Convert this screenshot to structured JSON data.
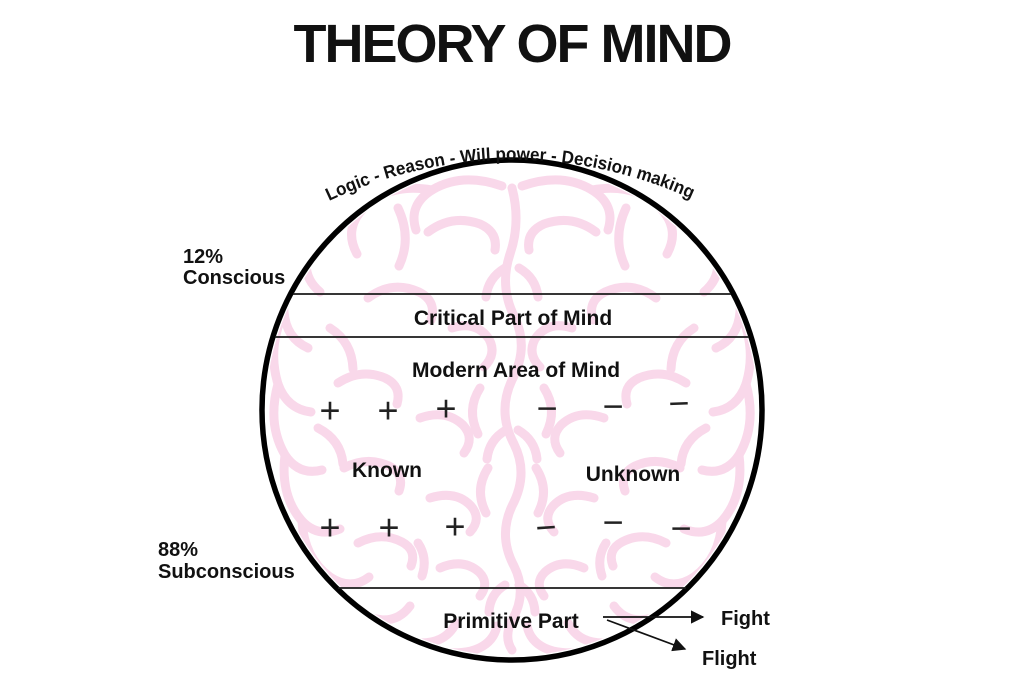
{
  "title": "THEORY OF MIND",
  "colors": {
    "background": "#ffffff",
    "outline": "#000000",
    "text": "#111111",
    "brain": "#f9d8ea"
  },
  "diagram": {
    "arc_label": "Logic - Reason - Will power - Decision making",
    "left_labels": {
      "conscious": {
        "percent": "12%",
        "label": "Conscious"
      },
      "subconscious": {
        "percent": "88%",
        "label": "Subconscious"
      }
    },
    "sections": {
      "critical": "Critical Part of Mind",
      "modern": "Modern Area of Mind",
      "known": "Known",
      "unknown": "Unknown",
      "primitive": "Primitive Part"
    },
    "symbols": {
      "plus_row1": [
        "+",
        "+",
        "+"
      ],
      "minus_row1": [
        "−",
        "−",
        "−"
      ],
      "plus_row2": [
        "+",
        "+",
        "+"
      ],
      "minus_row2": [
        "−",
        "−",
        "−"
      ]
    },
    "responses": {
      "fight": "Fight",
      "flight": "Flight"
    }
  }
}
